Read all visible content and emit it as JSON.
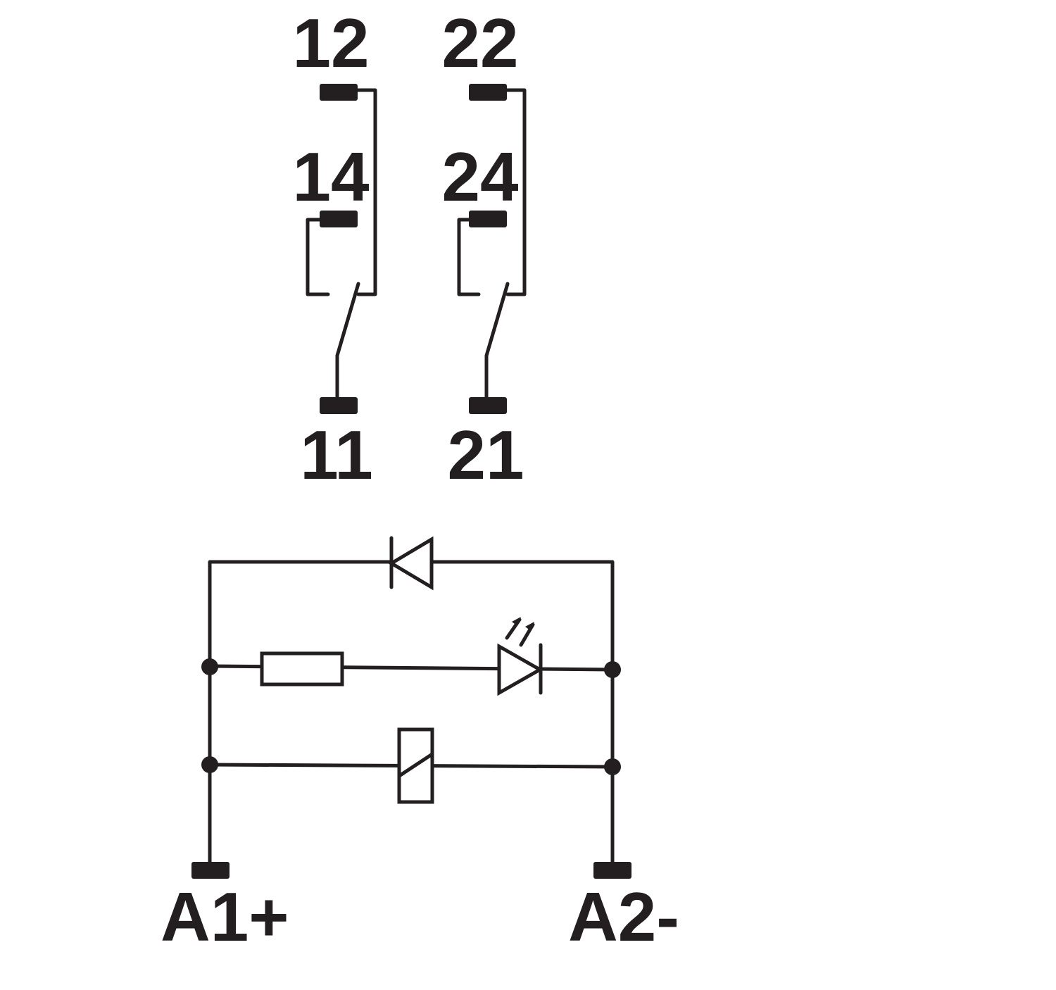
{
  "terminals": {
    "contact1_nc": "12",
    "contact1_no": "14",
    "contact1_common": "11",
    "contact2_nc": "22",
    "contact2_no": "24",
    "contact2_common": "21",
    "coil_plus": "A1+",
    "coil_minus": "A2-"
  },
  "colors": {
    "line": "#231f20",
    "background": "#ffffff"
  }
}
